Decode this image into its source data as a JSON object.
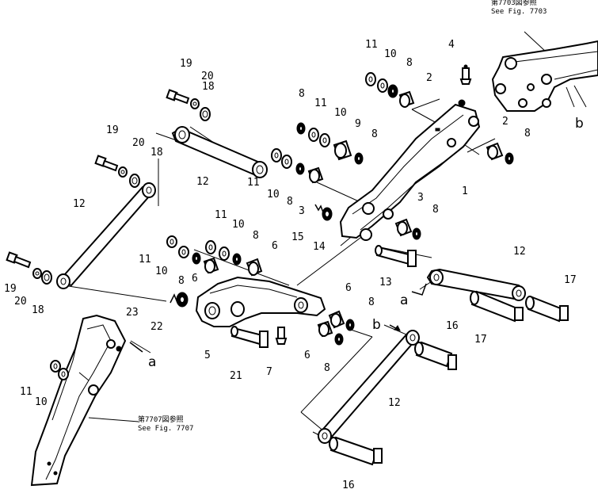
{
  "references": {
    "top_jp": "第7703図参照",
    "top_en": "See Fig. 7703",
    "bottom_jp": "第7707図参照",
    "bottom_en": "See Fig. 7707"
  },
  "callouts": {
    "c1": "1",
    "c2a": "2",
    "c2b": "2",
    "c3a": "3",
    "c3b": "3",
    "c4": "4",
    "c5": "5",
    "c6a": "6",
    "c6b": "6",
    "c6c": "6",
    "c6d": "6",
    "c7": "7",
    "c8a": "8",
    "c8b": "8",
    "c8c": "8",
    "c8d": "8",
    "c8e": "8",
    "c8f": "8",
    "c8g": "8",
    "c8h": "8",
    "c8i": "8",
    "c8j": "8",
    "c9": "9",
    "c10a": "10",
    "c10b": "10",
    "c10c": "10",
    "c10d": "10",
    "c10e": "10",
    "c10f": "10",
    "c11a": "11",
    "c11b": "11",
    "c11c": "11",
    "c11d": "11",
    "c11e": "11",
    "c11f": "11",
    "c12a": "12",
    "c12b": "12",
    "c12c": "12",
    "c12d": "12",
    "c13": "13",
    "c14": "14",
    "c15": "15",
    "c16a": "16",
    "c16b": "16",
    "c17a": "17",
    "c17b": "17",
    "c18a": "18",
    "c18b": "18",
    "c18c": "18",
    "c19a": "19",
    "c19b": "19",
    "c19c": "19",
    "c20a": "20",
    "c20b": "20",
    "c20c": "20",
    "c21": "21",
    "c22": "22",
    "c23": "23"
  },
  "connectors": {
    "a1": "a",
    "a2": "a",
    "b1": "b",
    "b2": "b"
  }
}
